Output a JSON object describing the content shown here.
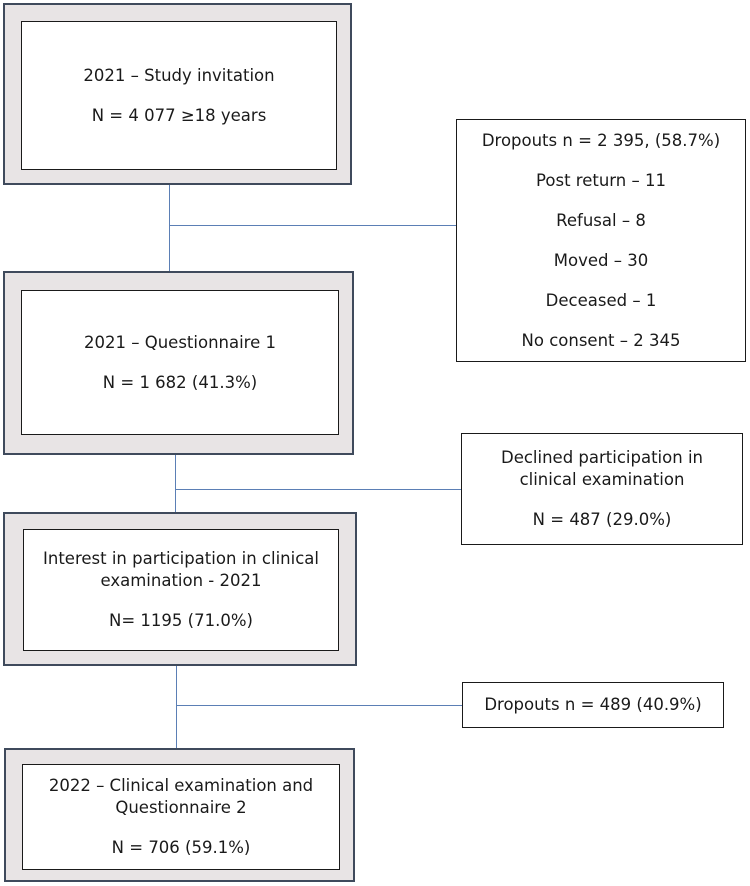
{
  "main_boxes": [
    {
      "line1": "2021 – Study invitation",
      "line2": "",
      "count": "N = 4 077 ≥18 years"
    },
    {
      "line1": "2021 – Questionnaire 1",
      "line2": "",
      "count": "N = 1 682 (41.3%)"
    },
    {
      "line1": "Interest in participation in clinical",
      "line2": "examination - 2021",
      "count": "N= 1195 (71.0%)"
    },
    {
      "line1": "2022 – Clinical examination and",
      "line2": "Questionnaire 2",
      "count": "N = 706 (59.1%)"
    }
  ],
  "exclusions": {
    "first": {
      "title": "Dropouts n = 2 395, (58.7%)",
      "items": [
        "Post return – 11",
        "Refusal – 8",
        "Moved – 30",
        "Deceased – 1",
        "No consent – 2 345"
      ]
    },
    "second": {
      "line1": "Declined participation in",
      "line2": "clinical examination",
      "count": "N = 487 (29.0%)"
    },
    "third": {
      "title": "Dropouts n = 489 (40.9%)"
    }
  },
  "colors": {
    "outer_fill": "#e8e4e5",
    "outer_border": "#3f4a5c",
    "connector": "#5b7fb5"
  }
}
